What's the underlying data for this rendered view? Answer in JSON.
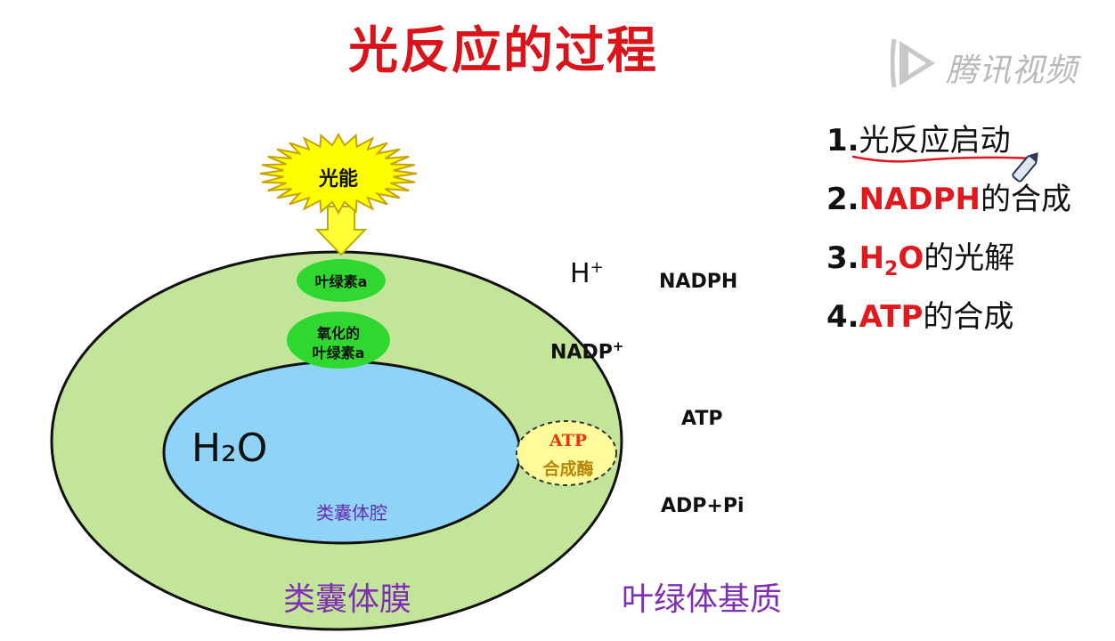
{
  "title": "光反应的过程",
  "watermark": {
    "text": "腾讯视频"
  },
  "diagram": {
    "light_energy": "光能",
    "chlorophyll_a": "叶绿素a",
    "oxidized_chlorophyll_a_line1": "氧化的",
    "oxidized_chlorophyll_a_line2": "叶绿素a",
    "h_plus": "H",
    "h_plus_sup": "+",
    "nadph": "NADPH",
    "nadp_plus": "NADP",
    "nadp_plus_sup": "+",
    "atp": "ATP",
    "adp_pi": "ADP+Pi",
    "h2o": "H₂O",
    "atp_synthase_line1": "ATP",
    "atp_synthase_line2": "合成酶",
    "thylakoid_lumen": "类囊体腔",
    "thylakoid_membrane": "类囊体膜",
    "chloroplast_stroma": "叶绿体基质"
  },
  "steps": [
    {
      "num": "1.",
      "text": "光反应启动"
    },
    {
      "num": "2.",
      "highlight": "NADPH",
      "rest": "的合成"
    },
    {
      "num": "3.",
      "highlight": "H",
      "sub": "2",
      "highlight2": "O",
      "rest": "的光解"
    },
    {
      "num": "4.",
      "highlight": "ATP",
      "rest": "的合成"
    }
  ],
  "colors": {
    "title": "#d9141a",
    "highlight": "#e0191f",
    "outer_ellipse": "#c3e59a",
    "inner_ellipse": "#8fd3f7",
    "chlorophyll": "#2ed82e",
    "sun": "#ffff00",
    "arrow": "#ffff33",
    "atp_synthase_fill": "#fffb9a",
    "atp_synthase_text": "#e8380d",
    "purple_text": "#7e2fb3",
    "lumen_text": "#6a2bb0",
    "underline": "#e0191f"
  }
}
